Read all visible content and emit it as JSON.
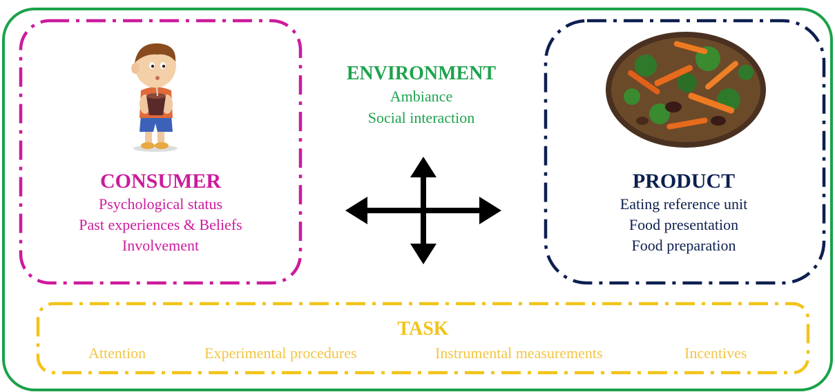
{
  "colors": {
    "outer_border": "#1aa24a",
    "consumer": "#cc1b9c",
    "environment": "#1ea24e",
    "product": "#0d1f4f",
    "task": "#f2c419",
    "arrow": "#000000"
  },
  "icons": {
    "consumer_image": "child-drinking-icon",
    "product_image": "stir-fry-vegetables-icon",
    "arrow": "four-way-arrow-icon"
  },
  "consumer": {
    "title": "CONSUMER",
    "items": [
      "Psychological status",
      "Past experiences & Beliefs",
      "Involvement"
    ]
  },
  "environment": {
    "title": "ENVIRONMENT",
    "items": [
      "Ambiance",
      "Social interaction"
    ]
  },
  "product": {
    "title": "PRODUCT",
    "items": [
      "Eating reference unit",
      "Food presentation",
      "Food preparation"
    ]
  },
  "task": {
    "title": "TASK",
    "items": [
      "Attention",
      "Experimental procedures",
      "Instrumental measurements",
      "Incentives"
    ]
  }
}
